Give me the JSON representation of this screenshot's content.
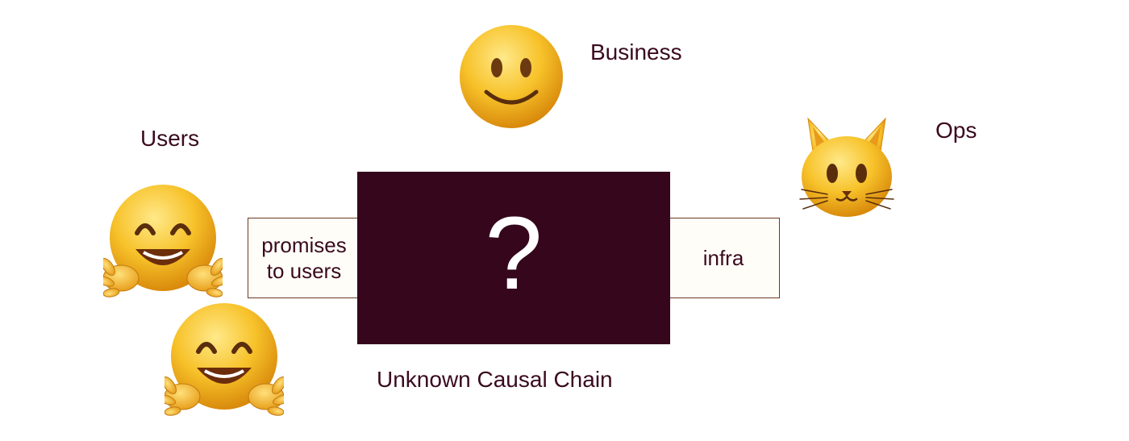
{
  "labels": {
    "business": "Business",
    "users": "Users",
    "ops": "Ops",
    "promises": "promises",
    "to_users": "to users",
    "infra": "infra",
    "unknown_chain": "Unknown Causal Chain",
    "question": "?"
  },
  "icons": {
    "business": "slightly-smiling-face-icon",
    "users": "hugging-face-icon",
    "ops": "cat-face-icon"
  },
  "colors": {
    "text": "#3a0a1e",
    "center_box": "#35061c",
    "side_box_border": "#6b3a22",
    "emoji_yellow": "#f7c22a"
  }
}
